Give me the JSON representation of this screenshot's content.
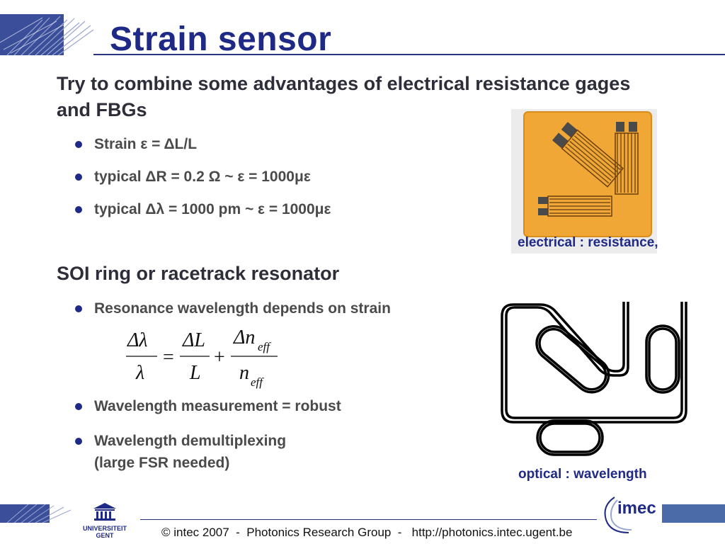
{
  "slide": {
    "title": "Strain sensor",
    "intro": "Try to combine some advantages of electrical resistance gages and FBGs",
    "bullets_1": [
      "Strain ε = ΔL/L",
      "typical ΔR = 0.2 Ω  ~  ε = 1000με",
      "typical Δλ = 1000 pm ~  ε = 1000με"
    ],
    "section2": "SOI ring or racetrack resonator",
    "bullet_resonance": "Resonance wavelength depends on strain",
    "bullets_2": [
      "Wavelength measurement = robust",
      "Wavelength demultiplexing"
    ],
    "bullet_fsr": "(large FSR needed)",
    "equation": {
      "lhs_num": "Δλ",
      "lhs_den": "λ",
      "equals": "=",
      "t1_num": "ΔL",
      "t1_den": "L",
      "plus": "+",
      "t2_num": "Δn",
      "t2_num_sub": "eff",
      "t2_den": "n",
      "t2_den_sub": "eff"
    },
    "caption_electrical": "electrical : resistance,",
    "caption_optical": "optical : wavelength"
  },
  "logos": {
    "university": [
      "UNIVERSITEIT",
      "GENT"
    ],
    "imec": "imec"
  },
  "footer": {
    "text": "© intec 2007  -  Photonics Research Group  -   http://photonics.intec.ugent.be"
  },
  "colors": {
    "title": "#1f2a86",
    "accent": "#1f2a86",
    "gage_orange": "#f1a736",
    "copper": "#9a6a2a"
  }
}
